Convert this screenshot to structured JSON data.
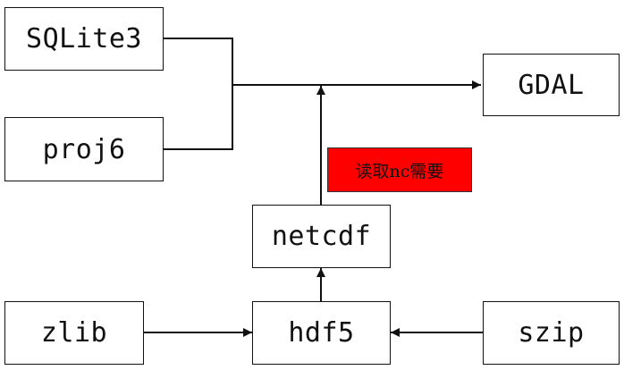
{
  "nodes": {
    "sqlite3": "SQLite3",
    "proj6": "proj6",
    "gdal": "GDAL",
    "netcdf": "netcdf",
    "zlib": "zlib",
    "hdf5": "hdf5",
    "szip": "szip"
  },
  "note": {
    "text": "读取nc需要",
    "color": "#ff0000"
  },
  "edges": [
    {
      "from": "SQLite3",
      "to": "GDAL"
    },
    {
      "from": "proj6",
      "to": "GDAL"
    },
    {
      "from": "netcdf",
      "to": "GDAL"
    },
    {
      "from": "hdf5",
      "to": "netcdf"
    },
    {
      "from": "zlib",
      "to": "hdf5"
    },
    {
      "from": "szip",
      "to": "hdf5"
    }
  ]
}
